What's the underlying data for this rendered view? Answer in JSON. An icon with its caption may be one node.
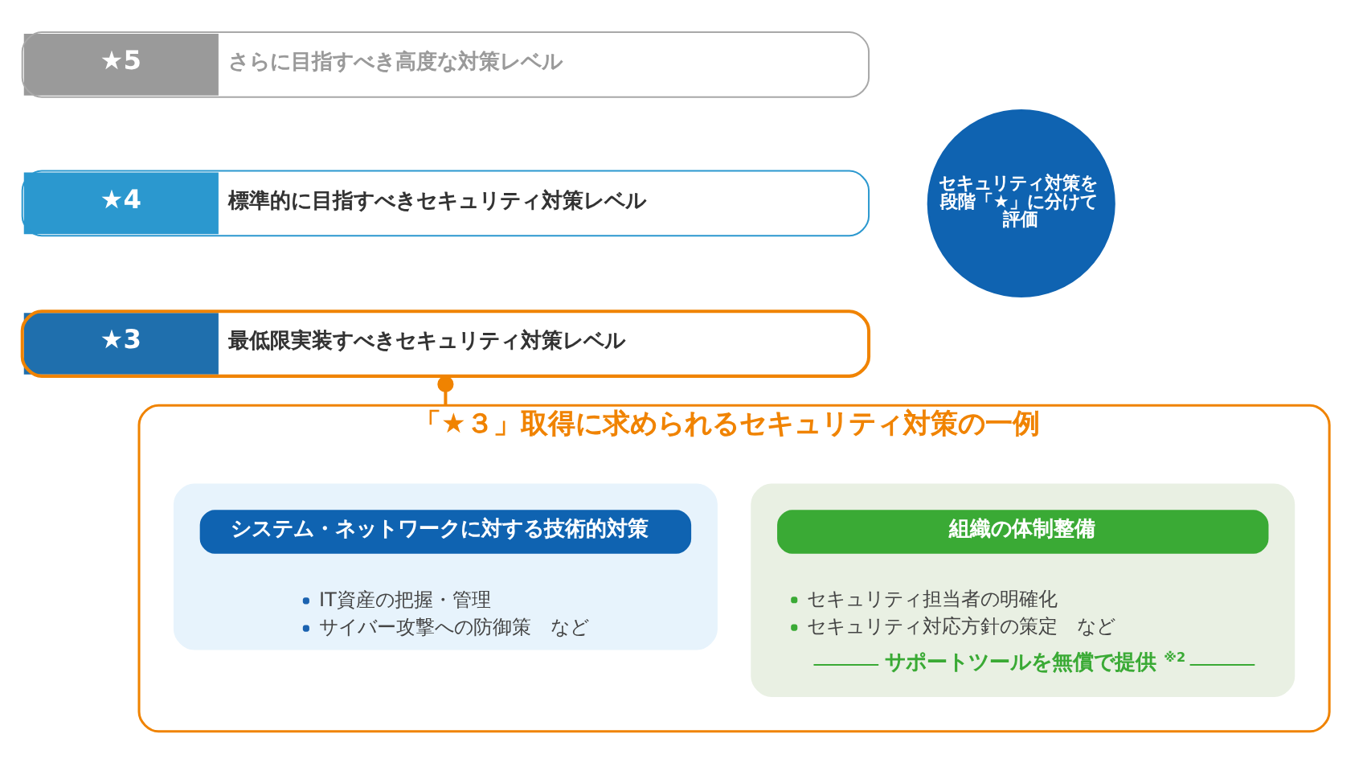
{
  "diagram": {
    "nodes": [
      {
        "text": [
          "★5",
          "さらに目指すべき高度な対策レベル"
        ]
      },
      {
        "text": [
          "★4",
          "標準的に目指すべきセキュリティ対策レベル"
        ]
      },
      {
        "text": [
          "★3",
          "最低限実装すべきセキュリティ対策レベル"
        ]
      },
      {
        "text": [
          "セキュリティ対策を段階「★」に分けて評価"
        ]
      },
      {
        "text": [
          "「★３」取得に求められるセキュリティ対策の一例"
        ]
      },
      {
        "text": [
          "IT資産の把握・管理",
          "サイバー攻撃への防御策　など"
        ],
        "in": 4
      },
      {
        "text": [
          "システム・ネットワークに対する技術的対策"
        ],
        "in": 5
      },
      {
        "text": [
          "セキュリティ担当者の明確化",
          "セキュリティ対応方針の策定　など",
          "サポートツールを無償で提供$^{※2}$"
        ],
        "in": 4
      },
      {
        "text": [
          "組織の体制整備"
        ],
        "in": 7
      }
    ],
    "edges": [
      {
        "from": 2,
        "to": 4,
        "arrow": "other"
      }
    ]
  }
}
